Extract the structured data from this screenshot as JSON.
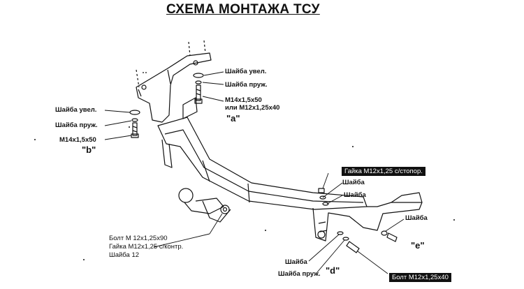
{
  "title": "СХЕМА МОНТАЖА ТСУ",
  "labels": {
    "a_washer_large": "Шайба увел.",
    "a_washer_spring": "Шайба пруж.",
    "a_bolt": "M14x1,5x50",
    "a_bolt_alt": "или M12x1,25x40",
    "a_tag": "\"a\"",
    "b_washer_large": "Шайба увел.",
    "b_washer_spring": "Шайба пруж.",
    "b_bolt": "M14x1,5x50",
    "b_tag": "\"b\"",
    "nut_box": "Гайка M12x1,25  с/стопор.",
    "upper_washer_1": "Шайба",
    "upper_washer_2": "Шайба",
    "e_washer": "Шайба",
    "e_tag": "\"e\"",
    "ball_bolt": "Болт M 12x1,25x90",
    "ball_nut": "Гайка M12x1,25 с/контр.",
    "ball_washer": "Шайба 12",
    "d_washer": "Шайба",
    "d_washer_spring": "Шайба пруж.",
    "d_tag": "\"d\"",
    "bolt_box": "Болт M12x1,25x40"
  },
  "colors": {
    "ink": "#111111",
    "paper": "#ffffff"
  }
}
